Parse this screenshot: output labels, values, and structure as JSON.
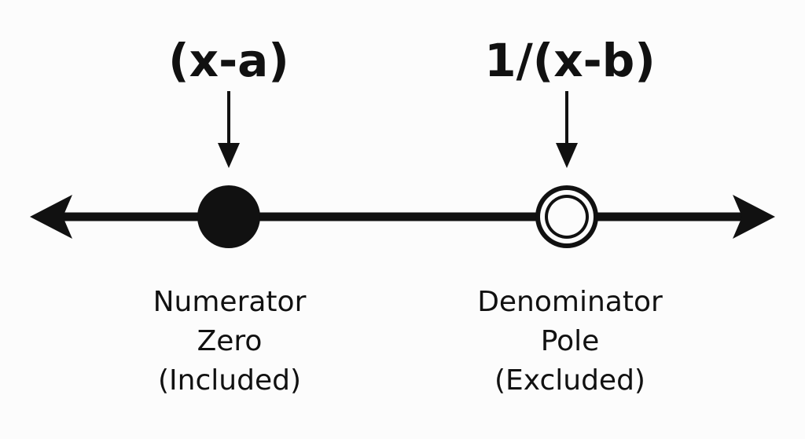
{
  "expressions": {
    "numerator": "(x-a)",
    "denominator": "1/(x-b)"
  },
  "markers": {
    "numerator_zero": {
      "lines": [
        "Numerator",
        "Zero",
        "(Included)"
      ],
      "fill": "closed"
    },
    "denominator_pole": {
      "lines": [
        "Denominator",
        "Pole",
        "(Excluded)"
      ],
      "fill": "open"
    }
  },
  "colors": {
    "ink": "#111111",
    "background": "#fcfcfc"
  }
}
